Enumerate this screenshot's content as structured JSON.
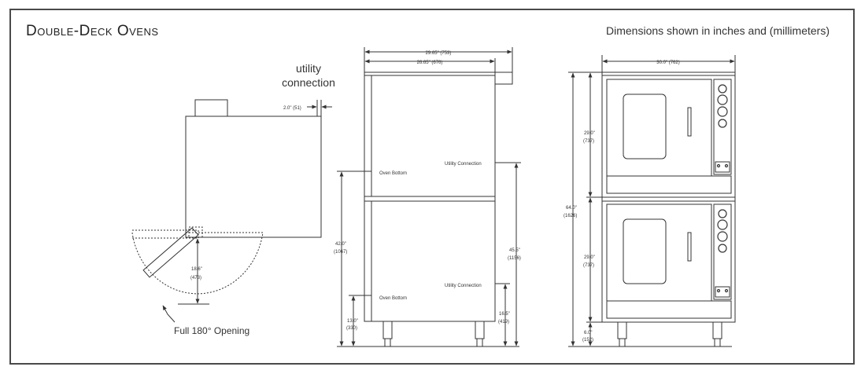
{
  "title": "Double-Deck Ovens",
  "subtitle": "Dimensions shown in inches and (millimeters)",
  "side_view": {
    "utility_label_line1": "utility",
    "utility_label_line2": "connection",
    "depth_offset": "2.0\" (51)",
    "door_depth_in": "18.6\"",
    "door_depth_mm": "(473)",
    "opening_note": "Full 180° Opening"
  },
  "side_elevation": {
    "overall_depth": "29.65\" (753)",
    "body_depth": "26.65\" (676)",
    "oven_bottom_upper": "Oven Bottom",
    "oven_bottom_lower": "Oven Bottom",
    "utility_upper": "Utility Connection",
    "utility_lower": "Utility Connection",
    "upper_bottom_height_in": "42.0\"",
    "upper_bottom_height_mm": "(1067)",
    "lower_bottom_height_in": "13.0\"",
    "lower_bottom_height_mm": "(330)",
    "upper_utility_height_in": "45.5\"",
    "upper_utility_height_mm": "(1156)",
    "lower_utility_height_in": "16.5\"",
    "lower_utility_height_mm": "(419)"
  },
  "front_elevation": {
    "width": "30.0\" (762)",
    "overall_height_in": "64.0\"",
    "overall_height_mm": "(1626)",
    "upper_section_in": "29.0\"",
    "upper_section_mm": "(737)",
    "lower_section_in": "29.0\"",
    "lower_section_mm": "(737)",
    "leg_height_in": "6.0\"",
    "leg_height_mm": "(152)"
  },
  "colors": {
    "line": "#333333",
    "frame": "#4a4a4a"
  }
}
